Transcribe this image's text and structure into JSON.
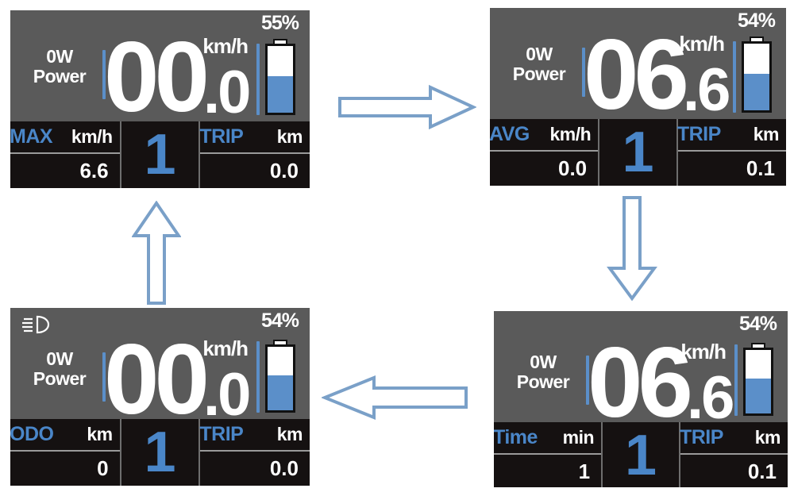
{
  "colors": {
    "panel_bg": "#5a5a5a",
    "panel_dark_bg": "#151111",
    "accent_blue": "#4a86c8",
    "battery_fill": "#5b8fc9",
    "arrow_stroke": "#7aa0c8",
    "text_white": "#ffffff"
  },
  "panels": [
    {
      "id": "top-left",
      "headlight_on": false,
      "power": {
        "value": "0W",
        "label": "Power"
      },
      "speed": {
        "integer": "00",
        "decimal": ".0",
        "unit": "km/h"
      },
      "battery": {
        "percent": "55%",
        "level": 55
      },
      "left_cell": {
        "label": "MAX",
        "unit": "km/h",
        "value": "6.6"
      },
      "gear": "1",
      "right_cell": {
        "label": "TRIP",
        "unit": "km",
        "value": "0.0"
      }
    },
    {
      "id": "top-right",
      "headlight_on": false,
      "power": {
        "value": "0W",
        "label": "Power"
      },
      "speed": {
        "integer": "06",
        "decimal": ".6",
        "unit": "km/h"
      },
      "battery": {
        "percent": "54%",
        "level": 55
      },
      "left_cell": {
        "label": "AVG",
        "unit": "km/h",
        "value": "0.0"
      },
      "gear": "1",
      "right_cell": {
        "label": "TRIP",
        "unit": "km",
        "value": "0.1"
      }
    },
    {
      "id": "bottom-left",
      "headlight_on": true,
      "power": {
        "value": "0W",
        "label": "Power"
      },
      "speed": {
        "integer": "00",
        "decimal": ".0",
        "unit": "km/h"
      },
      "battery": {
        "percent": "54%",
        "level": 55
      },
      "left_cell": {
        "label": "ODO",
        "unit": "km",
        "value": "0"
      },
      "gear": "1",
      "right_cell": {
        "label": "TRIP",
        "unit": "km",
        "value": "0.0"
      }
    },
    {
      "id": "bottom-right",
      "headlight_on": false,
      "power": {
        "value": "0W",
        "label": "Power"
      },
      "speed": {
        "integer": "06",
        "decimal": ".6",
        "unit": "km/h"
      },
      "battery": {
        "percent": "54%",
        "level": 55
      },
      "left_cell": {
        "label": "Time",
        "unit": "min",
        "value": "1"
      },
      "gear": "1",
      "right_cell": {
        "label": "TRIP",
        "unit": "km",
        "value": "0.1"
      }
    }
  ],
  "arrows": [
    {
      "id": "arrow-right",
      "direction": "right",
      "icon": "arrow-right-icon"
    },
    {
      "id": "arrow-down",
      "direction": "down",
      "icon": "arrow-down-icon"
    },
    {
      "id": "arrow-left",
      "direction": "left",
      "icon": "arrow-left-icon"
    },
    {
      "id": "arrow-up",
      "direction": "up",
      "icon": "arrow-up-icon"
    }
  ]
}
